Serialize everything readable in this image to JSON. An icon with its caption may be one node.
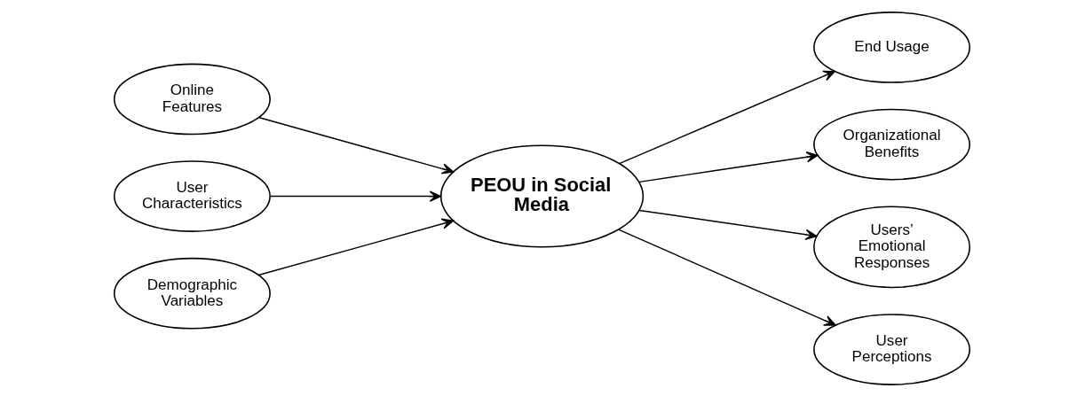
{
  "diagram": {
    "nodes": [
      {
        "text": [
          "Online Features"
        ]
      },
      {
        "text": [
          "User Characteristics"
        ]
      },
      {
        "text": [
          "Demographic Variables"
        ]
      },
      {
        "text": [
          "PEOU in Social Media"
        ]
      },
      {
        "text": [
          "End Usage"
        ]
      },
      {
        "text": [
          "Organizational Benefits"
        ]
      },
      {
        "text": [
          "Users’ Emotional Responses"
        ]
      },
      {
        "text": [
          "User Perceptions"
        ]
      }
    ],
    "edges": [
      {
        "from": 0,
        "to": 3,
        "arrow": "to"
      },
      {
        "from": 1,
        "to": 3,
        "arrow": "to"
      },
      {
        "from": 2,
        "to": 3,
        "arrow": "to"
      },
      {
        "from": 3,
        "to": 4,
        "arrow": "to"
      },
      {
        "from": 3,
        "to": 5,
        "arrow": "to"
      },
      {
        "from": 3,
        "to": 6,
        "arrow": "to"
      },
      {
        "from": 3,
        "to": 7,
        "arrow": "to"
      }
    ]
  }
}
